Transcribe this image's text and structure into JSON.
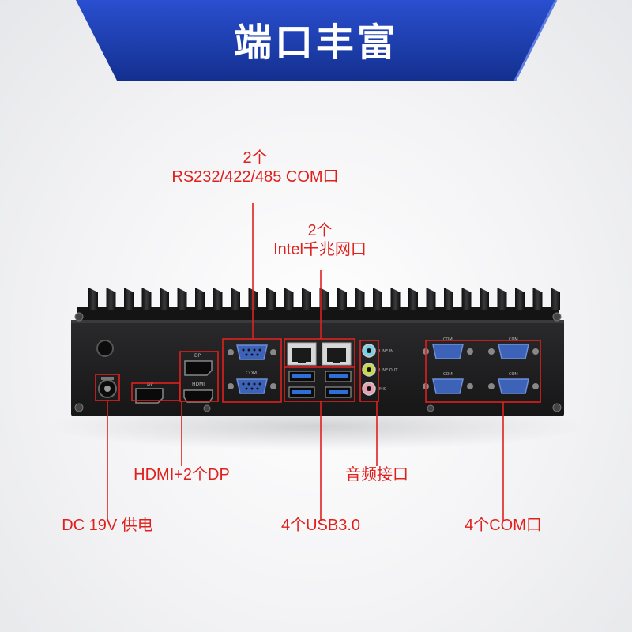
{
  "banner": {
    "title": "端口丰富"
  },
  "callouts": {
    "rs232": {
      "line1": "2个",
      "line2": "RS232/422/485 COM口"
    },
    "lan": {
      "line1": "2个",
      "line2": "Intel千兆网口"
    },
    "hdmi_dp": "HDMI+2个DP",
    "audio": "音频接口",
    "dc": "DC 19V 供电",
    "usb": "4个USB3.0",
    "com4": "4个COM口"
  },
  "panel_labels": {
    "dp_top": "DP",
    "dp_left": "DP",
    "hdmi": "HDMI",
    "com": "COM",
    "line_in": "LINE IN",
    "line_out": "LINE OUT",
    "mic": "MIC"
  },
  "colors": {
    "accent_red": "#e0201d",
    "banner_blue": "#1a3aa8",
    "chassis": "#1c1c1e",
    "db9_blue": "#3d63b8"
  }
}
